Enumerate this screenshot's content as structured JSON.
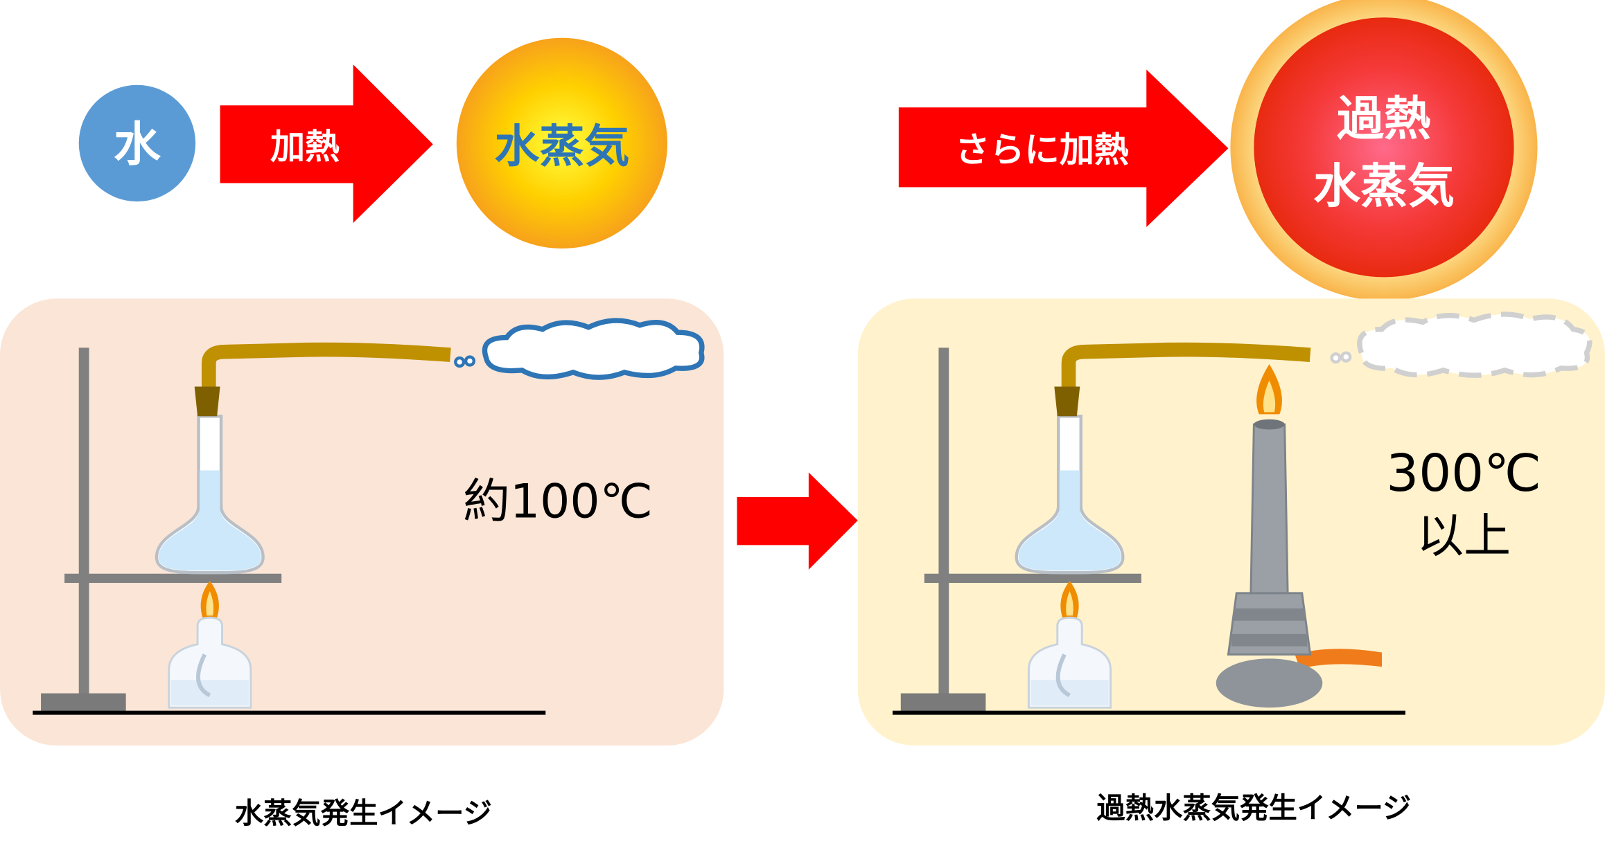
{
  "top": {
    "water_label": "水",
    "heat_label": "加熱",
    "steam_label": "水蒸気",
    "more_heat_label": "さらに加熱",
    "superheated_line1": "過熱",
    "superheated_line2": "水蒸気"
  },
  "left_panel": {
    "temperature": "約100℃",
    "caption": "水蒸気発生イメージ"
  },
  "right_panel": {
    "temperature_line1": "300℃",
    "temperature_line2": "以上",
    "caption": "過熱水蒸気発生イメージ"
  },
  "colors": {
    "arrow": "#ff0000",
    "water": "#5b9bd5",
    "steam_text": "#2e75b6",
    "left_panel_bg": "#fbe5d6",
    "right_panel_bg": "#fff2cc",
    "tube": "#bf9000"
  }
}
